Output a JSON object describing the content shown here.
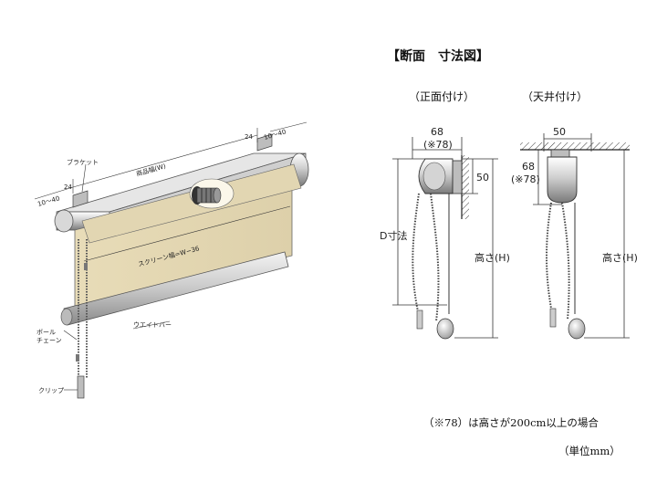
{
  "header": {
    "title": "【断面　寸法図】",
    "front_mount": "（正面付け）",
    "ceiling_mount": "（天井付け）"
  },
  "perspective_labels": {
    "bracket": "ブラケット",
    "product_width": "商品幅(W)",
    "screen_width": "スクリーン幅=W−36",
    "weight_bar": "ウエイトバー",
    "ball_chain": "ボール\nチェーン",
    "clip": "クリップ",
    "dim_24_left": "24",
    "dim_24_right": "24",
    "dim_10_40_left": "10〜40",
    "dim_10_40_right": "10〜40"
  },
  "front_section": {
    "width": "68",
    "width_alt": "(※78)",
    "height_box": "50",
    "d_dimension": "D寸法",
    "height_h": "高さ(H)"
  },
  "ceiling_section": {
    "width": "50",
    "depth": "68",
    "depth_alt": "(※78)",
    "height_h": "高さ(H)"
  },
  "notes": {
    "footnote": "（※78）は高さが200cm以上の場合",
    "unit": "（単位mm）"
  }
}
